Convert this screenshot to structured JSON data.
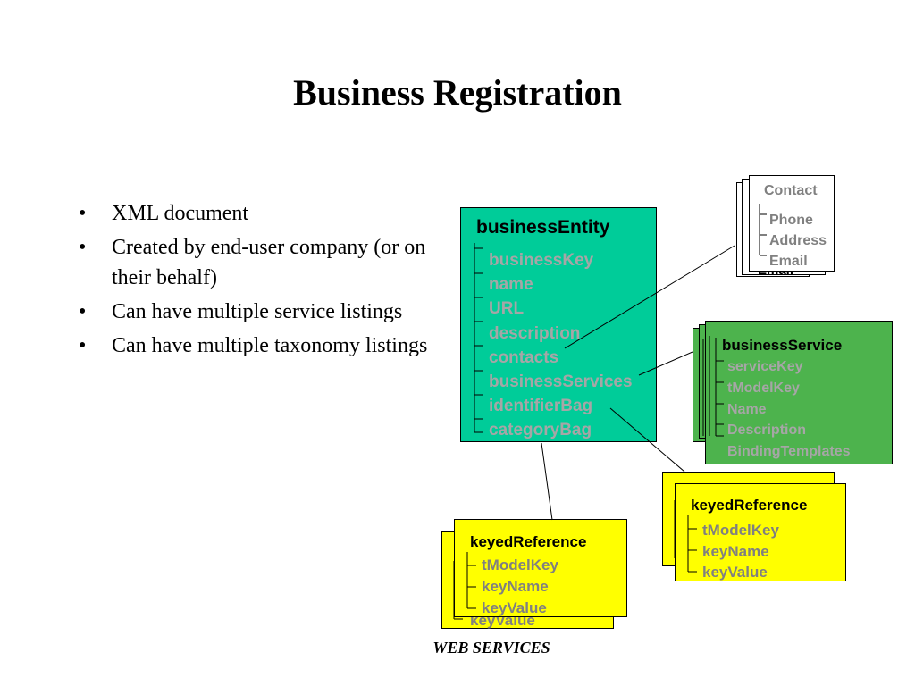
{
  "title": "Business Registration",
  "bullets": [
    "XML document",
    "Created by end-user company (or on their behalf)",
    "Can have multiple service listings",
    "Can have multiple taxonomy listings"
  ],
  "footer": "WEB SERVICES",
  "business_entity": {
    "title": "businessEntity",
    "fields": [
      "businessKey",
      "name",
      "URL",
      "description",
      "contacts",
      "businessServices",
      "identifierBag",
      "categoryBag"
    ]
  },
  "contact": {
    "title": "Contact",
    "fields": [
      "Phone",
      "Address",
      "Email"
    ]
  },
  "business_service": {
    "title": "businessService",
    "fields": [
      "serviceKey",
      "tModelKey",
      "Name",
      "Description",
      "BindingTemplates"
    ]
  },
  "keyed_reference_left": {
    "title": "keyedReference",
    "fields": [
      "tModelKey",
      "keyName",
      "keyValue"
    ]
  },
  "keyed_reference_right": {
    "title": "keyedReference",
    "fields": [
      "tModelKey",
      "keyName",
      "keyValue"
    ]
  },
  "colors": {
    "entity_fill": "#00cc99",
    "service_fill": "#4db34d",
    "reference_fill": "#ffff00",
    "contact_fill": "#ffffff",
    "field_text_light": "#a6a6a6",
    "field_text_dark": "#808080"
  }
}
